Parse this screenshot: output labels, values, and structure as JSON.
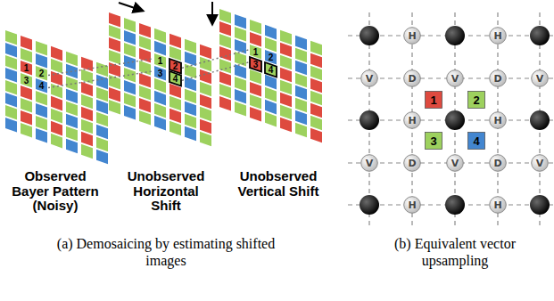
{
  "diagram": {
    "nodes": [
      {
        "text": [
          "1"
        ]
      },
      {
        "text": [
          "2"
        ]
      },
      {
        "text": [
          "3"
        ]
      },
      {
        "text": [
          "4"
        ]
      },
      {
        "text": [
          "1"
        ]
      },
      {
        "text": [
          "2"
        ]
      },
      {
        "text": [
          "3"
        ]
      },
      {
        "text": [
          "4"
        ]
      },
      {
        "text": [
          "1"
        ]
      },
      {
        "text": [
          "2"
        ]
      },
      {
        "text": [
          "3"
        ]
      },
      {
        "text": [
          "4"
        ]
      },
      {
        "text": [
          "H"
        ]
      },
      {
        "text": [
          "H"
        ]
      },
      {
        "text": [
          "V"
        ]
      },
      {
        "text": [
          "D"
        ]
      },
      {
        "text": [
          "V"
        ]
      },
      {
        "text": [
          "D"
        ]
      },
      {
        "text": [
          "V"
        ]
      },
      {
        "text": [
          "1"
        ]
      },
      {
        "text": [
          "2"
        ]
      },
      {
        "text": [
          "H"
        ]
      },
      {
        "text": [
          "H"
        ]
      },
      {
        "text": [
          "3"
        ]
      },
      {
        "text": [
          "4"
        ]
      },
      {
        "text": [
          "V"
        ]
      },
      {
        "text": [
          "D"
        ]
      },
      {
        "text": [
          "V"
        ]
      },
      {
        "text": [
          "D"
        ]
      },
      {
        "text": [
          "V"
        ]
      },
      {
        "text": [
          "H"
        ]
      },
      {
        "text": [
          "H"
        ]
      }
    ],
    "labels": [
      "Observed Bayer Pattern (Noisy)",
      "Unobserved Horizontal Shift",
      "Unobserved Vertical Shift",
      "(a) Demosaicing by estimating shifted images",
      "(b) Equivalent vector upsampling"
    ]
  }
}
